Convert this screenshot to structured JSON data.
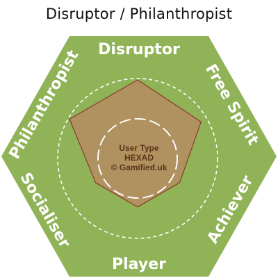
{
  "title": "Disruptor / Philanthropist",
  "hexagon_labels": {
    "top": "Disruptor",
    "upper_right": "Free Spirit",
    "lower_right": "Achiever",
    "bottom": "Player",
    "lower_left": "Socialiser",
    "upper_left": "Philanthropist"
  },
  "center_text": {
    "line1": "User Type",
    "line2": "HEXAD",
    "line3": "© Gamified.uk"
  },
  "scores": {
    "disruptor": 0.73,
    "free_spirit": 0.68,
    "achiever": 0.45,
    "player": 0.45,
    "socialiser": 0.45,
    "philanthropist": 0.73
  },
  "colors": {
    "hexagon_fill": "#8fb356",
    "polygon_fill": "#b09160",
    "polygon_stroke": "#8a3a2a",
    "circle_stroke": "#ffffff",
    "label_text": "#ffffff",
    "center_text": "#5a3318"
  }
}
